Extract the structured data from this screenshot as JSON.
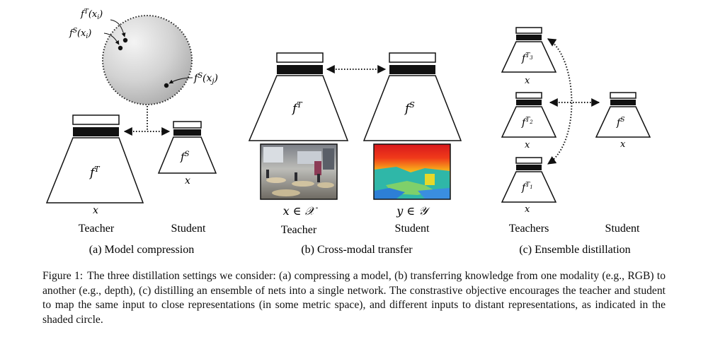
{
  "panel_a": {
    "teacher_fn": "f",
    "teacher_sup": "T",
    "student_fn": "f",
    "student_sup": "S",
    "circle_labels": {
      "teacher_xi": "f^T(x_i)",
      "student_xi": "f^S(x_i)",
      "student_xj": "f^S(x_j)"
    },
    "teacher_input": "x",
    "student_input": "x",
    "teacher_label": "Teacher",
    "student_label": "Student",
    "caption": "(a) Model compression"
  },
  "panel_b": {
    "teacher_fn": "f",
    "teacher_sup": "T",
    "student_fn": "f",
    "student_sup": "S",
    "teacher_input": "x ∈ 𝒳",
    "student_input": "y ∈ 𝒴",
    "teacher_label": "Teacher",
    "student_label": "Student",
    "caption": "(b) Cross-modal transfer"
  },
  "panel_c": {
    "teachers": [
      {
        "fn": "f",
        "sup": "T",
        "sub": "3",
        "input": "x"
      },
      {
        "fn": "f",
        "sup": "T",
        "sub": "2",
        "input": "x"
      },
      {
        "fn": "f",
        "sup": "T",
        "sub": "1",
        "input": "x"
      }
    ],
    "student_fn": "f",
    "student_sup": "S",
    "student_input": "x",
    "teachers_label": "Teachers",
    "student_label": "Student",
    "caption": "(c) Ensemble distillation"
  },
  "caption": {
    "figure_number": "Figure 1:",
    "text": "The three distillation settings we consider: (a) compressing a model, (b) transferring knowledge from one modality (e.g., RGB) to another (e.g., depth), (c) distilling an ensemble of nets into a single network. The constrastive objective encourages the teacher and student to map the same input to close representations (in some metric space), and different inputs to distant representations, as indicated in the shaded circle."
  },
  "colors": {
    "ink": "#111111",
    "circle_fill_light": "#f2f2f2",
    "circle_fill_dark": "#a9a9a9"
  }
}
